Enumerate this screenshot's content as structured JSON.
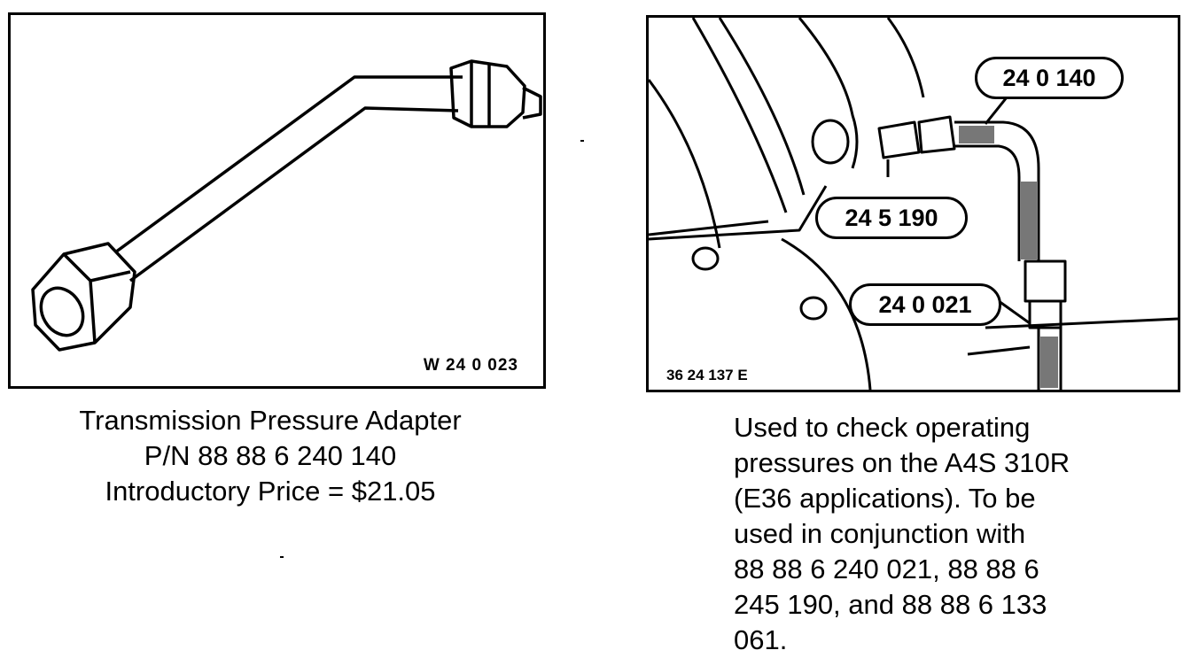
{
  "left_figure": {
    "code": "W 24 0 023",
    "icon": "pressure-adapter-pipe-illustration"
  },
  "right_figure": {
    "code": "36 24 137 E",
    "icon": "transmission-installation-illustration",
    "callouts": [
      "24 0 140",
      "24 5 190",
      "24 0 021"
    ]
  },
  "caption_left": {
    "lines": [
      "Transmission Pressure Adapter",
      "P/N 88 88 6 240 140",
      "Introductory Price = $21.05"
    ]
  },
  "caption_right": {
    "lines": [
      "Used to check operating",
      "pressures on the A4S 310R",
      "(E36 applications).  To be",
      "used in conjunction with",
      "88 88 6 240 021, 88 88 6",
      "245 190, and 88 88 6 133",
      "061."
    ]
  }
}
